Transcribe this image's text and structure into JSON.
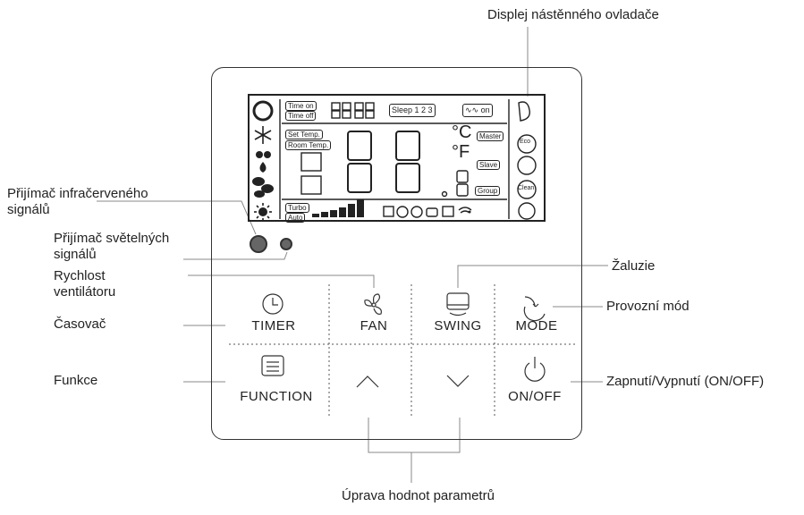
{
  "title": "Displej nástěnného ovladače",
  "labels": {
    "ir_receiver": "Přijímač infračerveného signálů",
    "light_receiver": "Přijímač světelných signálů",
    "fan_speed": "Rychlost ventilátoru",
    "timer": "Časovač",
    "function": "Funkce",
    "swing": "Žaluzie",
    "mode": "Provozní mód",
    "on_off": "Zapnutí/Vypnutí (ON/OFF)",
    "adjust": "Úprava hodnot parametrů"
  },
  "buttons": {
    "timer": "TIMER",
    "fan": "FAN",
    "swing": "SWING",
    "mode": "MODE",
    "function": "FUNCTION",
    "on_off": "ON/OFF"
  },
  "lcd": {
    "time_on": "Time on",
    "time_off": "Time off",
    "sleep": "Sleep",
    "sleep_levels": "1 2 3",
    "on": "on",
    "set_temp": "Set Temp.",
    "room_temp": "Room Temp.",
    "celsius": "°C",
    "fahrenheit": "°F",
    "master": "Master",
    "slave": "Slave",
    "group": "Group",
    "turbo": "Turbo",
    "auto": "Auto",
    "eco": "Eco",
    "clean": "Clean"
  }
}
